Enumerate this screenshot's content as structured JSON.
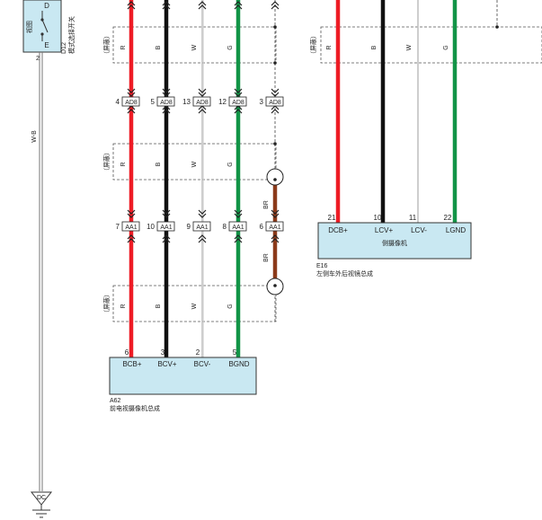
{
  "colors": {
    "red": "#ee1c25",
    "black": "#111111",
    "white_wire": "#bdbdbd",
    "green": "#129447",
    "brown": "#8b3a1a",
    "connector_fill": "#c9e8f2",
    "dash": "#555555"
  },
  "switch": {
    "view_label": "视图",
    "pin_d": "D",
    "pin_e": "E",
    "pin_num": "2",
    "part_id": "D12",
    "part_name": "模式选择开关"
  },
  "ground_wire": {
    "code": "W-B",
    "ground_label": "DC"
  },
  "shield_label": "（屏蔽）",
  "wire_codes": {
    "red": "R",
    "black": "B",
    "white": "W",
    "green": "G",
    "brown": "BR"
  },
  "connector_ad8": {
    "name": "AD8",
    "pins": [
      "4",
      "5",
      "13",
      "12",
      "3"
    ]
  },
  "connector_aa1": {
    "name": "AA1",
    "pins": [
      "7",
      "10",
      "9",
      "8",
      "6"
    ]
  },
  "front_camera": {
    "part_id": "A62",
    "part_name": "前电视摄像机总成",
    "pin_nums": [
      "6",
      "3",
      "2",
      "5"
    ],
    "pin_labels": [
      "BCB+",
      "BCV+",
      "BCV-",
      "BGND"
    ]
  },
  "side_camera": {
    "inner_label": "侧摄像机",
    "part_id": "E16",
    "part_name": "左侧车外后视镜总成",
    "pin_nums": [
      "21",
      "10",
      "11",
      "22"
    ],
    "pin_labels": [
      "DCB+",
      "LCV+",
      "LCV-",
      "LGND"
    ]
  }
}
